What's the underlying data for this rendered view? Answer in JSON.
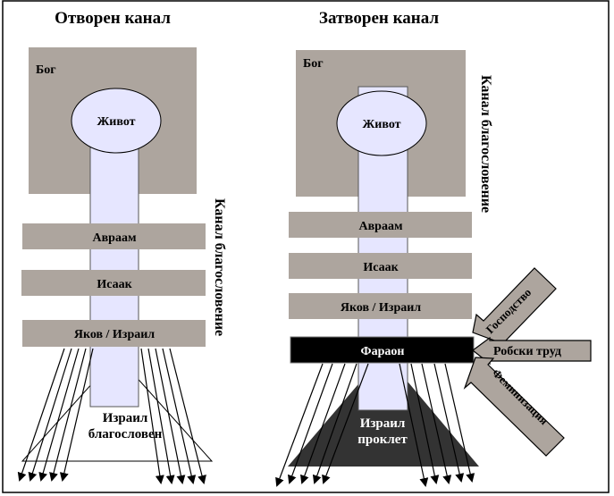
{
  "left": {
    "title": "Отворен канал",
    "god": "Бог",
    "life": "Живот",
    "channel": "Канал благословение",
    "patriarchs": [
      "Авраам",
      "Исаак",
      "Яков / Израил"
    ],
    "result": [
      "Израил",
      "благословен"
    ]
  },
  "right": {
    "title": "Затворен канал",
    "god": "Бог",
    "life": "Живот",
    "channel": "Канал благословение",
    "patriarchs": [
      "Авраам",
      "Исаак",
      "Яков / Израил"
    ],
    "pharaoh": "Фараон",
    "result": [
      "Израил",
      "проклет"
    ],
    "forces": [
      "Господство",
      "Робски труд",
      "Феминизация"
    ]
  },
  "colors": {
    "box": "#ada59e",
    "channel": "#e6e6ff",
    "pharaoh": "#000000",
    "curse": "#333333"
  }
}
